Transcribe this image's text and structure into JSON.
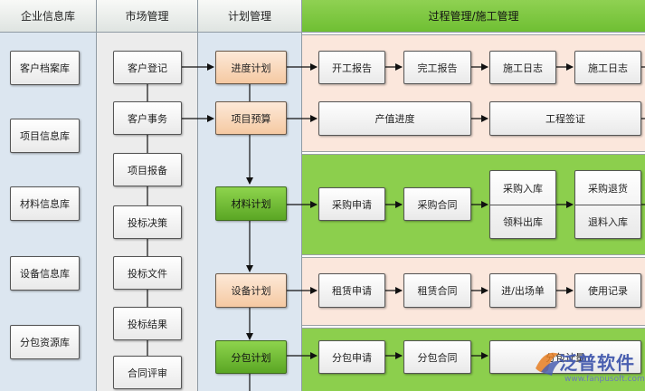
{
  "columns": {
    "enterprise": {
      "title": "企业信息库",
      "items": [
        "客户档案库",
        "项目信息库",
        "材料信息库",
        "设备信息库",
        "分包资源库"
      ]
    },
    "market": {
      "title": "市场管理",
      "items": [
        "客户登记",
        "客户事务",
        "项目报备",
        "投标决策",
        "投标文件",
        "投标结果",
        "合同评审"
      ]
    },
    "plan": {
      "title": "计划管理",
      "items": [
        "进度计划",
        "项目预算",
        "材料计划",
        "设备计划",
        "分包计划"
      ]
    },
    "process": {
      "title": "过程管理/施工管理"
    }
  },
  "rows": {
    "progress": [
      "开工报告",
      "完工报告",
      "施工日志",
      "施工日志"
    ],
    "budget": [
      "产值进度",
      "工程签证"
    ],
    "material": {
      "apply": "采购申请",
      "contract": "采购合同",
      "inbound": "采购入库",
      "issue": "领料出库",
      "return": "采购退货",
      "return_in": "退料入库"
    },
    "equipment": [
      "租赁申请",
      "租赁合同",
      "进/出场单",
      "使用记录"
    ],
    "subcontract": [
      "分包申请",
      "分包合同",
      "分包计量"
    ]
  },
  "colors": {
    "enterprise_bg": "#dce6f0",
    "market_bg": "#ececec",
    "plan_bg": "#dce6f0",
    "band_peach": "#fbe7dc",
    "band_green": "#8ccf4d",
    "node_orange": "#f8d8bc",
    "node_green": "#6cbf2e"
  },
  "logo": {
    "text": "泛普软件",
    "url": "www.fanpusoft.com",
    "icon": "fanpu-logo-icon"
  }
}
